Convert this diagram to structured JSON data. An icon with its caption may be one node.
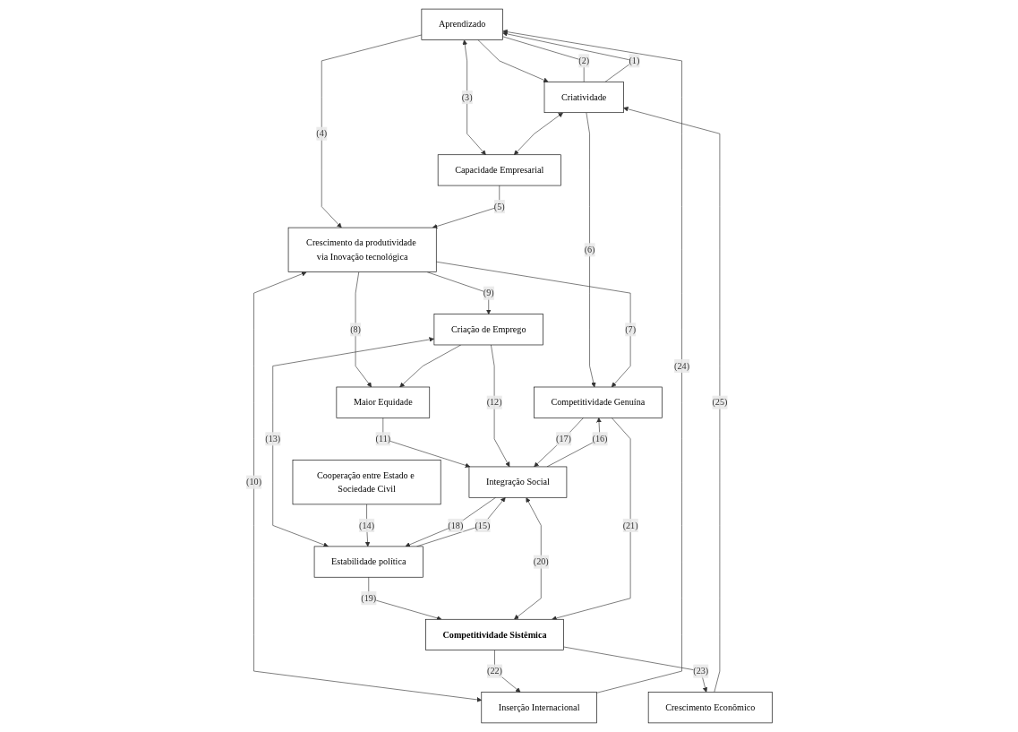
{
  "diagram": {
    "nodes": [
      {
        "text": [
          "Aprendizado"
        ]
      },
      {
        "text": [
          "Criatividade"
        ]
      },
      {
        "text": [
          "Capacidade Empresarial"
        ]
      },
      {
        "text": [
          "Crescimento Econômico"
        ]
      },
      {
        "text": [
          "Crescimento da produtividade via Inovação tecnológica"
        ]
      },
      {
        "text": [
          "Competitividade Genuína"
        ]
      },
      {
        "text": [
          "Maior Equidade"
        ]
      },
      {
        "text": [
          "Integração Social"
        ]
      },
      {
        "text": [
          "Competitividade Sistêmica"
        ]
      },
      {
        "text": [
          "Criação de Emprego"
        ]
      },
      {
        "text": [
          "Cooperação entre Estado e Sociedade Civil"
        ]
      },
      {
        "text": [
          "Estabilidade política"
        ]
      },
      {
        "text": [
          "Inserção Internacional"
        ]
      }
    ],
    "edges": [
      {
        "from": 0,
        "to": 1,
        "arrow": "to"
      },
      {
        "from": 1,
        "to": 0,
        "arrow": "to",
        "label": "(1)"
      },
      {
        "from": 0,
        "to": 1,
        "arrow": "none",
        "label": "(2)"
      },
      {
        "from": 0,
        "to": 2,
        "arrow": "both",
        "label": "(3)"
      },
      {
        "from": 1,
        "to": 2,
        "arrow": "both"
      },
      {
        "from": 0,
        "to": 4,
        "arrow": "to",
        "label": "(4)"
      },
      {
        "from": 2,
        "to": 4,
        "arrow": "to",
        "label": "(5)"
      },
      {
        "from": 1,
        "to": 5,
        "arrow": "to",
        "label": "(6)"
      },
      {
        "from": 4,
        "to": 5,
        "arrow": "to",
        "label": "(7)"
      },
      {
        "from": 4,
        "to": 6,
        "arrow": "to",
        "label": "(8)"
      },
      {
        "from": 4,
        "to": 9,
        "arrow": "to",
        "label": "(9)"
      },
      {
        "from": 4,
        "to": 12,
        "arrow": "both",
        "label": "(10)"
      },
      {
        "from": 6,
        "to": 7,
        "arrow": "to",
        "label": "(11)"
      },
      {
        "from": 9,
        "to": 7,
        "arrow": "to",
        "label": "(12)"
      },
      {
        "from": 9,
        "to": 6,
        "arrow": "to"
      },
      {
        "from": 9,
        "to": 11,
        "arrow": "both",
        "label": "(13)"
      },
      {
        "from": 10,
        "to": 11,
        "arrow": "to",
        "label": "(14)"
      },
      {
        "from": 11,
        "to": 7,
        "arrow": "to",
        "label": "(15)"
      },
      {
        "from": 7,
        "to": 5,
        "arrow": "to",
        "label": "(16)"
      },
      {
        "from": 5,
        "to": 7,
        "arrow": "to",
        "label": "(17)"
      },
      {
        "from": 7,
        "to": 11,
        "arrow": "to",
        "label": "(18)"
      },
      {
        "from": 11,
        "to": 8,
        "arrow": "to",
        "label": "(19)"
      },
      {
        "from": 7,
        "to": 8,
        "arrow": "both",
        "label": "(20)"
      },
      {
        "from": 5,
        "to": 8,
        "arrow": "to",
        "label": "(21)"
      },
      {
        "from": 8,
        "to": 12,
        "arrow": "to",
        "label": "(22)"
      },
      {
        "from": 8,
        "to": 3,
        "arrow": "to",
        "label": "(23)"
      },
      {
        "from": 12,
        "to": 0,
        "arrow": "to",
        "label": "(24)"
      },
      {
        "from": 3,
        "to": 1,
        "arrow": "to",
        "label": "(25)"
      }
    ]
  }
}
